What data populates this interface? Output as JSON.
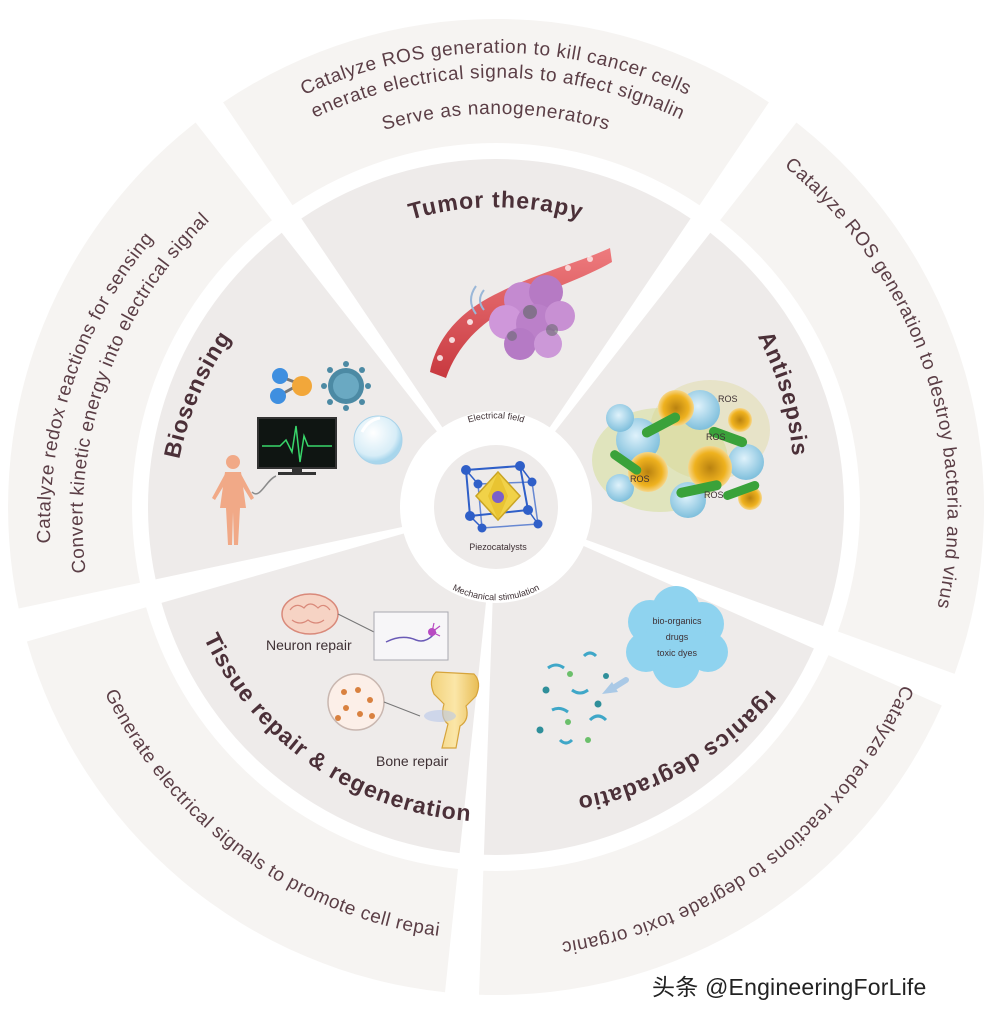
{
  "center": {
    "label": "Piezocatalysts",
    "top_caption": "Electrical field",
    "bottom_caption": "Mechanical stimulation"
  },
  "sectors": {
    "tumor": {
      "title": "Tumor therapy",
      "lines": [
        "Catalyze ROS generation to kill cancer cells",
        "Generate electrical signals to affect signaling",
        "Serve as nanogenerators"
      ]
    },
    "antisepsis": {
      "title": "Antisepsis",
      "lines": [
        "Catalyze ROS generation to destroy bacteria and virus"
      ],
      "ros_labels": [
        "ROS",
        "ROS",
        "ROS",
        "ROS"
      ]
    },
    "organics": {
      "title": "Organics degradation",
      "lines": [
        "Catalyze redox reactions to degrade toxic organics"
      ],
      "cloud_lines": [
        "bio-organics",
        "drugs",
        "toxic dyes"
      ]
    },
    "tissue": {
      "title": "Tissue repair & regeneration",
      "lines": [
        "Generate electrical signals to promote cell repair"
      ],
      "neuron_label": "Neuron repair",
      "bone_label": "Bone repair"
    },
    "biosensing": {
      "title": "Biosensing",
      "lines": [
        "Catalyze redox reactions for sensing",
        "Convert  kinetic energy into electrical signal"
      ]
    }
  },
  "watermark": "头条 @EngineeringForLife",
  "colors": {
    "outer_ring": "#f6f4f2",
    "inner_ring": "#eeebea",
    "text": "#5b3e46",
    "title": "#4b3038",
    "vessel": "#d9545a",
    "tumor": "#c48ad0",
    "bacteria": "#e8a51c",
    "cloud": "#8fd3ef",
    "lattice_node": "#2f5fc8",
    "octahedron": "#f1d248"
  }
}
